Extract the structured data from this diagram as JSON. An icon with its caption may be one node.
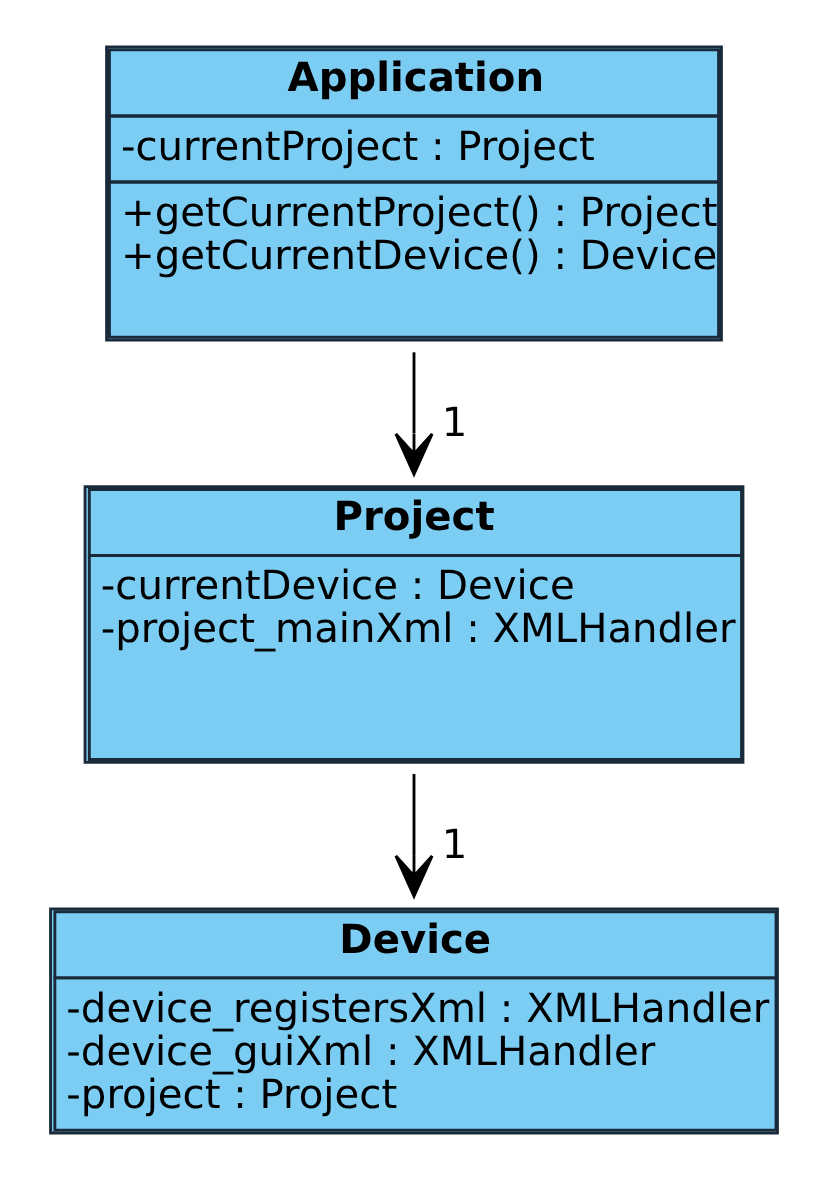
{
  "diagram": {
    "nodes": [
      {
        "text": [
          "Application",
          "-currentProject : Project",
          "+getCurrentProject() : Project",
          "+getCurrentDevice() : Device"
        ]
      },
      {
        "text": [
          "Project",
          "-currentDevice : Device",
          "-project_mainXml : XMLHandler"
        ]
      },
      {
        "text": [
          "Device",
          "-device_registersXml : XMLHandler",
          "-device_guiXml : XMLHandler",
          "-project : Project"
        ]
      }
    ],
    "edges": [
      {
        "from": 0,
        "to": 1,
        "arrow": "to",
        "label": "1"
      },
      {
        "from": 1,
        "to": 2,
        "arrow": "to",
        "label": "1"
      }
    ]
  }
}
